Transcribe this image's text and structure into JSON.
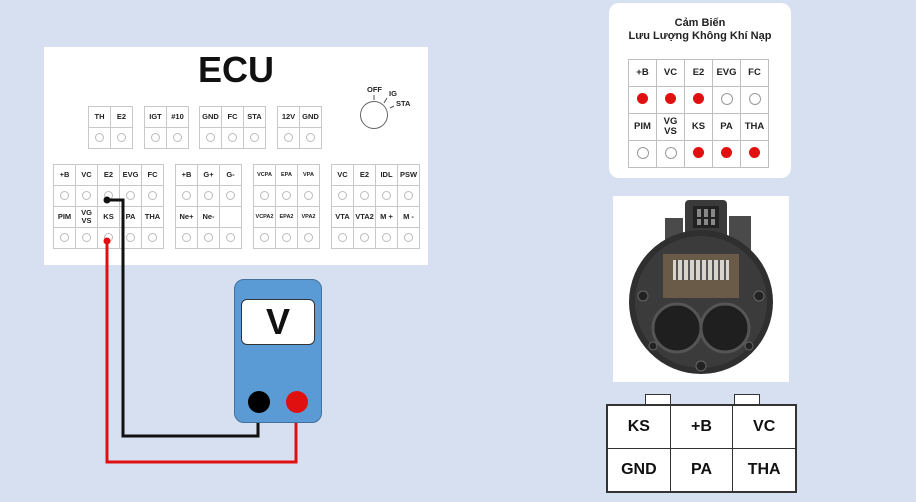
{
  "ecu": {
    "title": "ECU",
    "switch": {
      "off": "OFF",
      "ig": "IG",
      "sta": "STA"
    },
    "top_groups": [
      [
        "TH",
        "E2"
      ],
      [
        "IGT",
        "#10"
      ],
      [
        "GND",
        "FC",
        "STA"
      ],
      [
        "12V",
        "GND"
      ]
    ],
    "bottom_groups": [
      {
        "top": [
          "+B",
          "VC",
          "E2",
          "EVG",
          "FC"
        ],
        "bottom": [
          "PIM",
          "VG VS",
          "KS",
          "PA",
          "THA"
        ]
      },
      {
        "top": [
          "+B",
          "G+",
          "G-"
        ],
        "bottom": [
          "Ne+",
          "Ne-",
          ""
        ]
      },
      {
        "top": [
          "VCPA",
          "EPA",
          "VPA"
        ],
        "bottom": [
          "VCPA2",
          "EPA2",
          "VPA2"
        ]
      },
      {
        "top": [
          "VC",
          "E2",
          "IDL",
          "PSW"
        ],
        "bottom": [
          "VTA",
          "VTA2",
          "M +",
          "M -"
        ]
      }
    ]
  },
  "sensor": {
    "title_line1": "Cảm Biến",
    "title_line2": "Lưu Lượng Không Khí Nạp",
    "top_labels": [
      "+B",
      "VC",
      "E2",
      "EVG",
      "FC"
    ],
    "top_states": [
      "red",
      "red",
      "red",
      "empty",
      "empty"
    ],
    "bottom_labels": [
      "PIM",
      "VG VS",
      "KS",
      "PA",
      "THA"
    ],
    "bottom_states": [
      "empty",
      "empty",
      "red",
      "red",
      "red"
    ]
  },
  "connector": {
    "row1": [
      "KS",
      "+B",
      "VC"
    ],
    "row2": [
      "GND",
      "PA",
      "THA"
    ]
  },
  "meter": {
    "display": "V",
    "probe_colors": {
      "black": "#000000",
      "red": "#e01010"
    }
  },
  "colors": {
    "wire_black": "#111111",
    "wire_red": "#e01010",
    "meter_body": "#5b9bd5"
  }
}
